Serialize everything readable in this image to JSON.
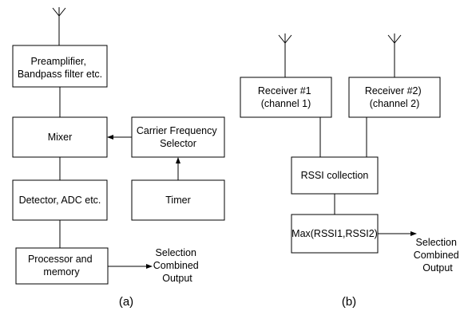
{
  "diagram_a": {
    "caption": "(a)",
    "blocks": {
      "preamp": [
        "Preamplifier,",
        "Bandpass filter etc."
      ],
      "mixer": [
        "Mixer"
      ],
      "carrier": [
        "Carrier Frequency",
        "Selector"
      ],
      "detector": [
        "Detector, ADC etc."
      ],
      "timer": [
        "Timer"
      ],
      "processor": [
        "Processor and",
        "memory"
      ]
    },
    "output_label": [
      "Selection",
      "Combined",
      "Output"
    ]
  },
  "diagram_b": {
    "caption": "(b)",
    "blocks": {
      "receiver1": [
        "Receiver #1",
        "(channel 1)"
      ],
      "receiver2": [
        "Receiver  #2)",
        "(channel 2)"
      ],
      "rssi_collection": [
        "RSSI collection"
      ],
      "max": [
        "Max(RSSI1,RSSI2)"
      ]
    },
    "output_label": [
      "Selection",
      "Combined",
      "Output"
    ]
  },
  "colors": {
    "stroke": "#000000",
    "background": "#ffffff"
  }
}
